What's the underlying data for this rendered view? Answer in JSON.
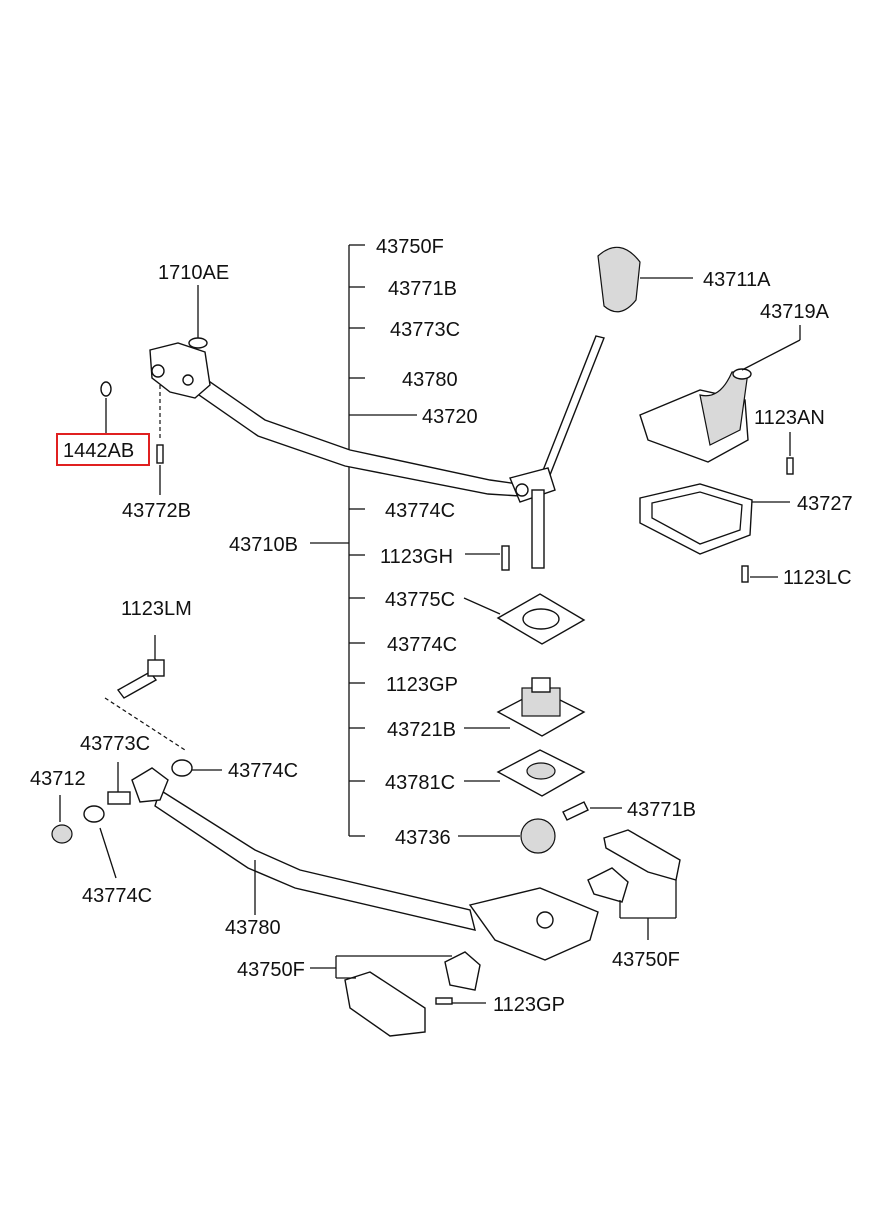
{
  "labels": {
    "p1710AE": "1710AE",
    "p1442AB": "1442AB",
    "p43772B": "43772B",
    "p43710B": "43710B",
    "p43750F_top": "43750F",
    "p43771B_top": "43771B",
    "p43773C_top": "43773C",
    "p43780_top": "43780",
    "p43720": "43720",
    "p43774C_a": "43774C",
    "p1123GH": "1123GH",
    "p43775C": "43775C",
    "p43774C_b": "43774C",
    "p1123GP_a": "1123GP",
    "p43721B": "43721B",
    "p43781C": "43781C",
    "p43736": "43736",
    "p43711A": "43711A",
    "p43719A": "43719A",
    "p1123AN": "1123AN",
    "p43727": "43727",
    "p1123LC": "1123LC",
    "p43771B_r": "43771B",
    "p1123LM": "1123LM",
    "p43773C_l": "43773C",
    "p43774C_l": "43774C",
    "p43712": "43712",
    "p43774C_ll": "43774C",
    "p43780_b": "43780",
    "p43750F_r": "43750F",
    "p43750F_b": "43750F",
    "p1123GP_b": "1123GP"
  },
  "highlight": {
    "part": "1442AB",
    "color": "#e02020"
  }
}
